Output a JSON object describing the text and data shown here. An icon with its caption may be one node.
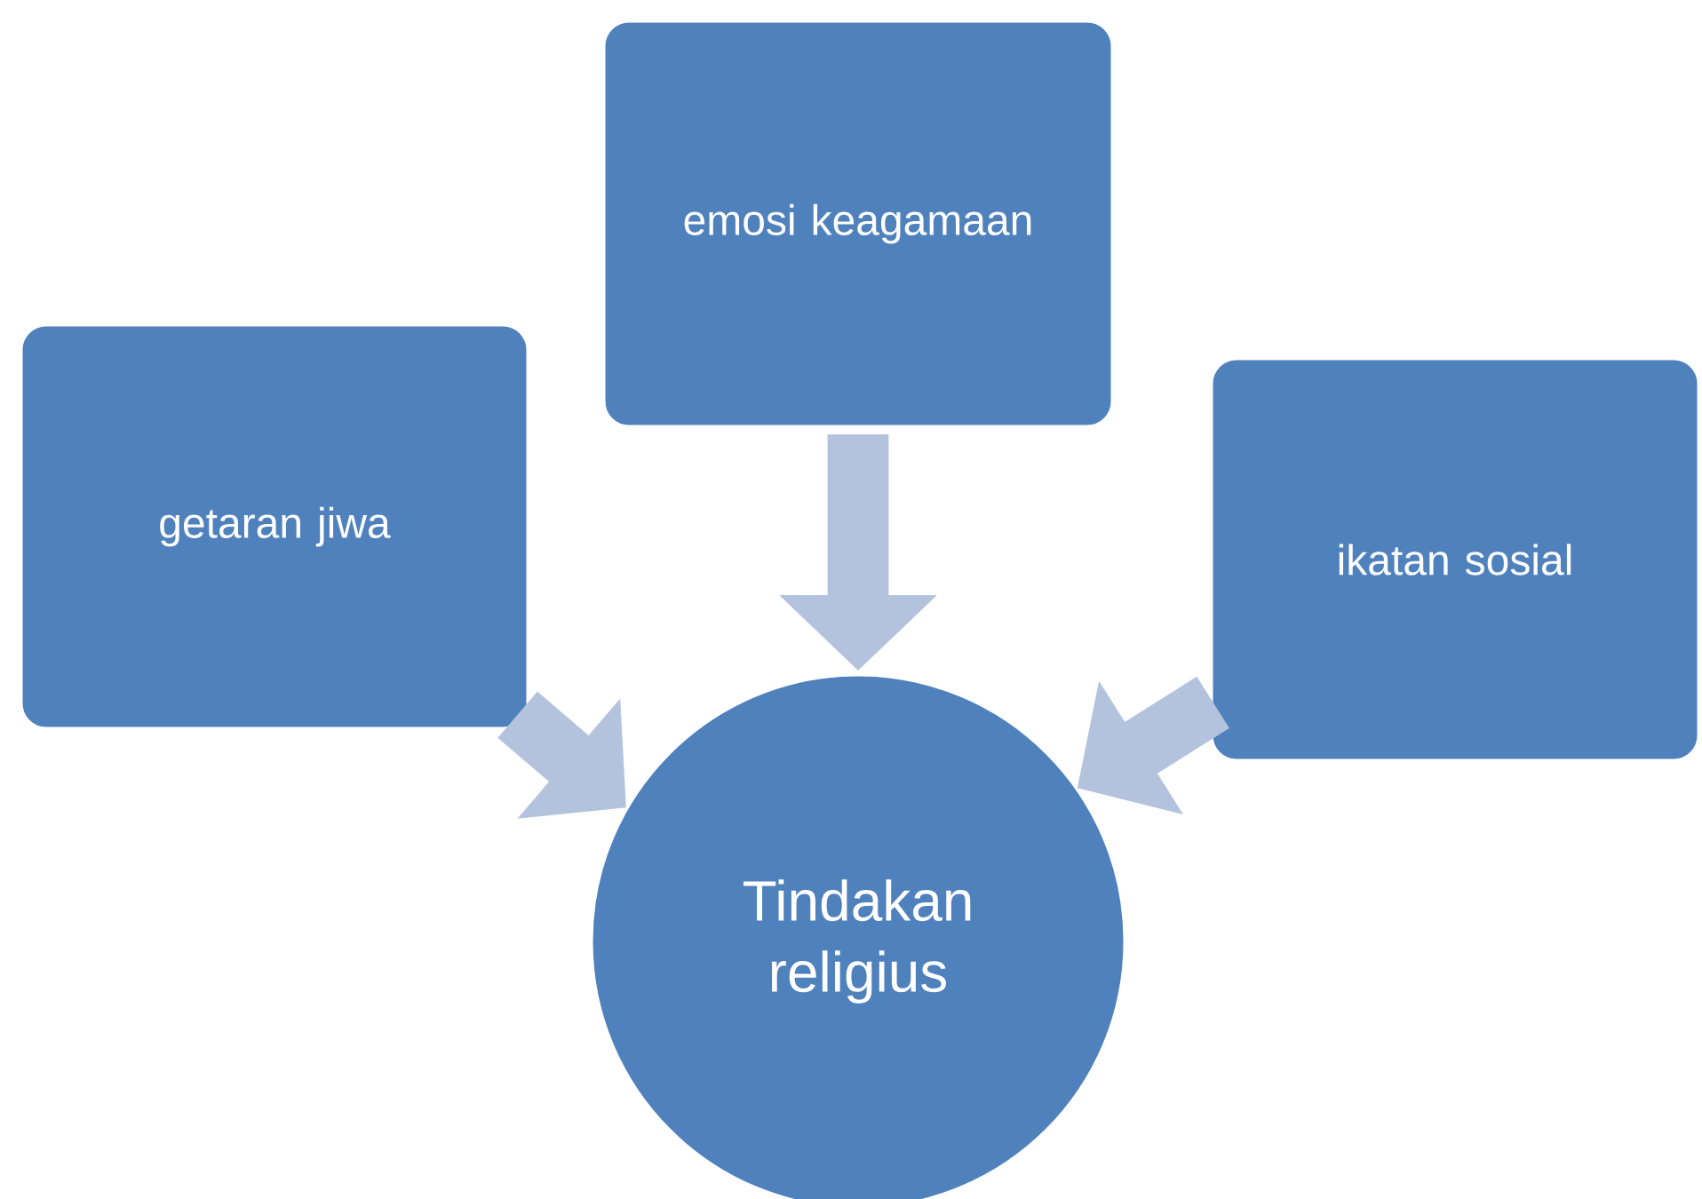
{
  "diagram": {
    "nodes": [
      {
        "text": [
          "getaran jiwa"
        ]
      },
      {
        "text": [
          "emosi keagamaan"
        ]
      },
      {
        "text": [
          "ikatan sosial"
        ]
      },
      {
        "text": [
          "Tindakan religius"
        ]
      }
    ],
    "edges": [
      {
        "from": 0,
        "to": 3,
        "arrow": "to"
      },
      {
        "from": 1,
        "to": 3,
        "arrow": "to"
      },
      {
        "from": 2,
        "to": 3,
        "arrow": "to"
      }
    ]
  }
}
